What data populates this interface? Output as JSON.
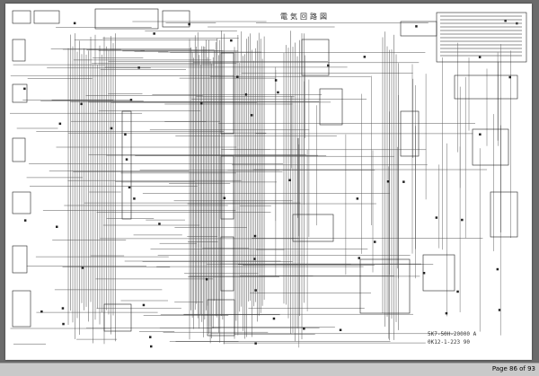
{
  "document": {
    "diagram_title": "電気回路図",
    "code_line1": "5K7-50H-20000 A",
    "code_line2": "0K12-1-223 90"
  },
  "status_bar": {
    "page_label": "Page 86 of 93"
  }
}
